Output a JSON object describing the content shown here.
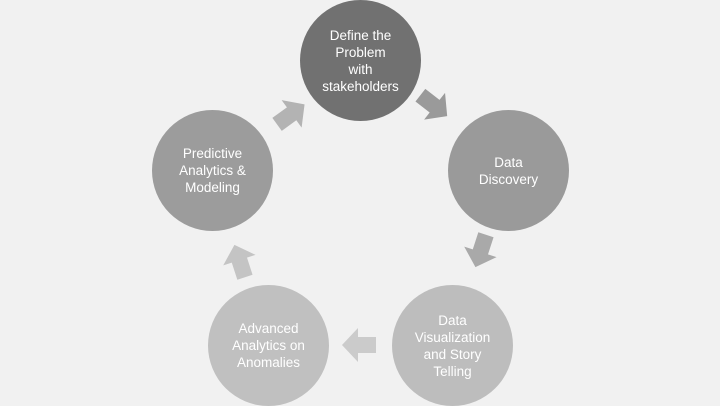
{
  "diagram": {
    "type": "cycle",
    "steps": [
      {
        "label": "Define the Problem with stakeholders",
        "lines": [
          "Define the",
          "Problem",
          "with",
          "stakeholders"
        ],
        "color": "#717171"
      },
      {
        "label": "Data Discovery",
        "lines": [
          "Data",
          "Discovery"
        ],
        "color": "#9a9a9a"
      },
      {
        "label": "Data Visualization and Story Telling",
        "lines": [
          "Data",
          "Visualization",
          "and Story",
          "Telling"
        ],
        "color": "#bdbdbd"
      },
      {
        "label": "Advanced Analytics on Anomalies",
        "lines": [
          "Advanced",
          "Analytics on",
          "Anomalies"
        ],
        "color": "#c0c0c0"
      },
      {
        "label": "Predictive Analytics & Modeling",
        "lines": [
          "Predictive",
          "Analytics &",
          "Modeling"
        ],
        "color": "#9c9c9c"
      }
    ],
    "arrow_colors": [
      "#9a9a9a",
      "#a9a9a9",
      "#cbcbcb",
      "#c4c4c4",
      "#b3b3b3"
    ],
    "background": "#f1f1f1"
  }
}
